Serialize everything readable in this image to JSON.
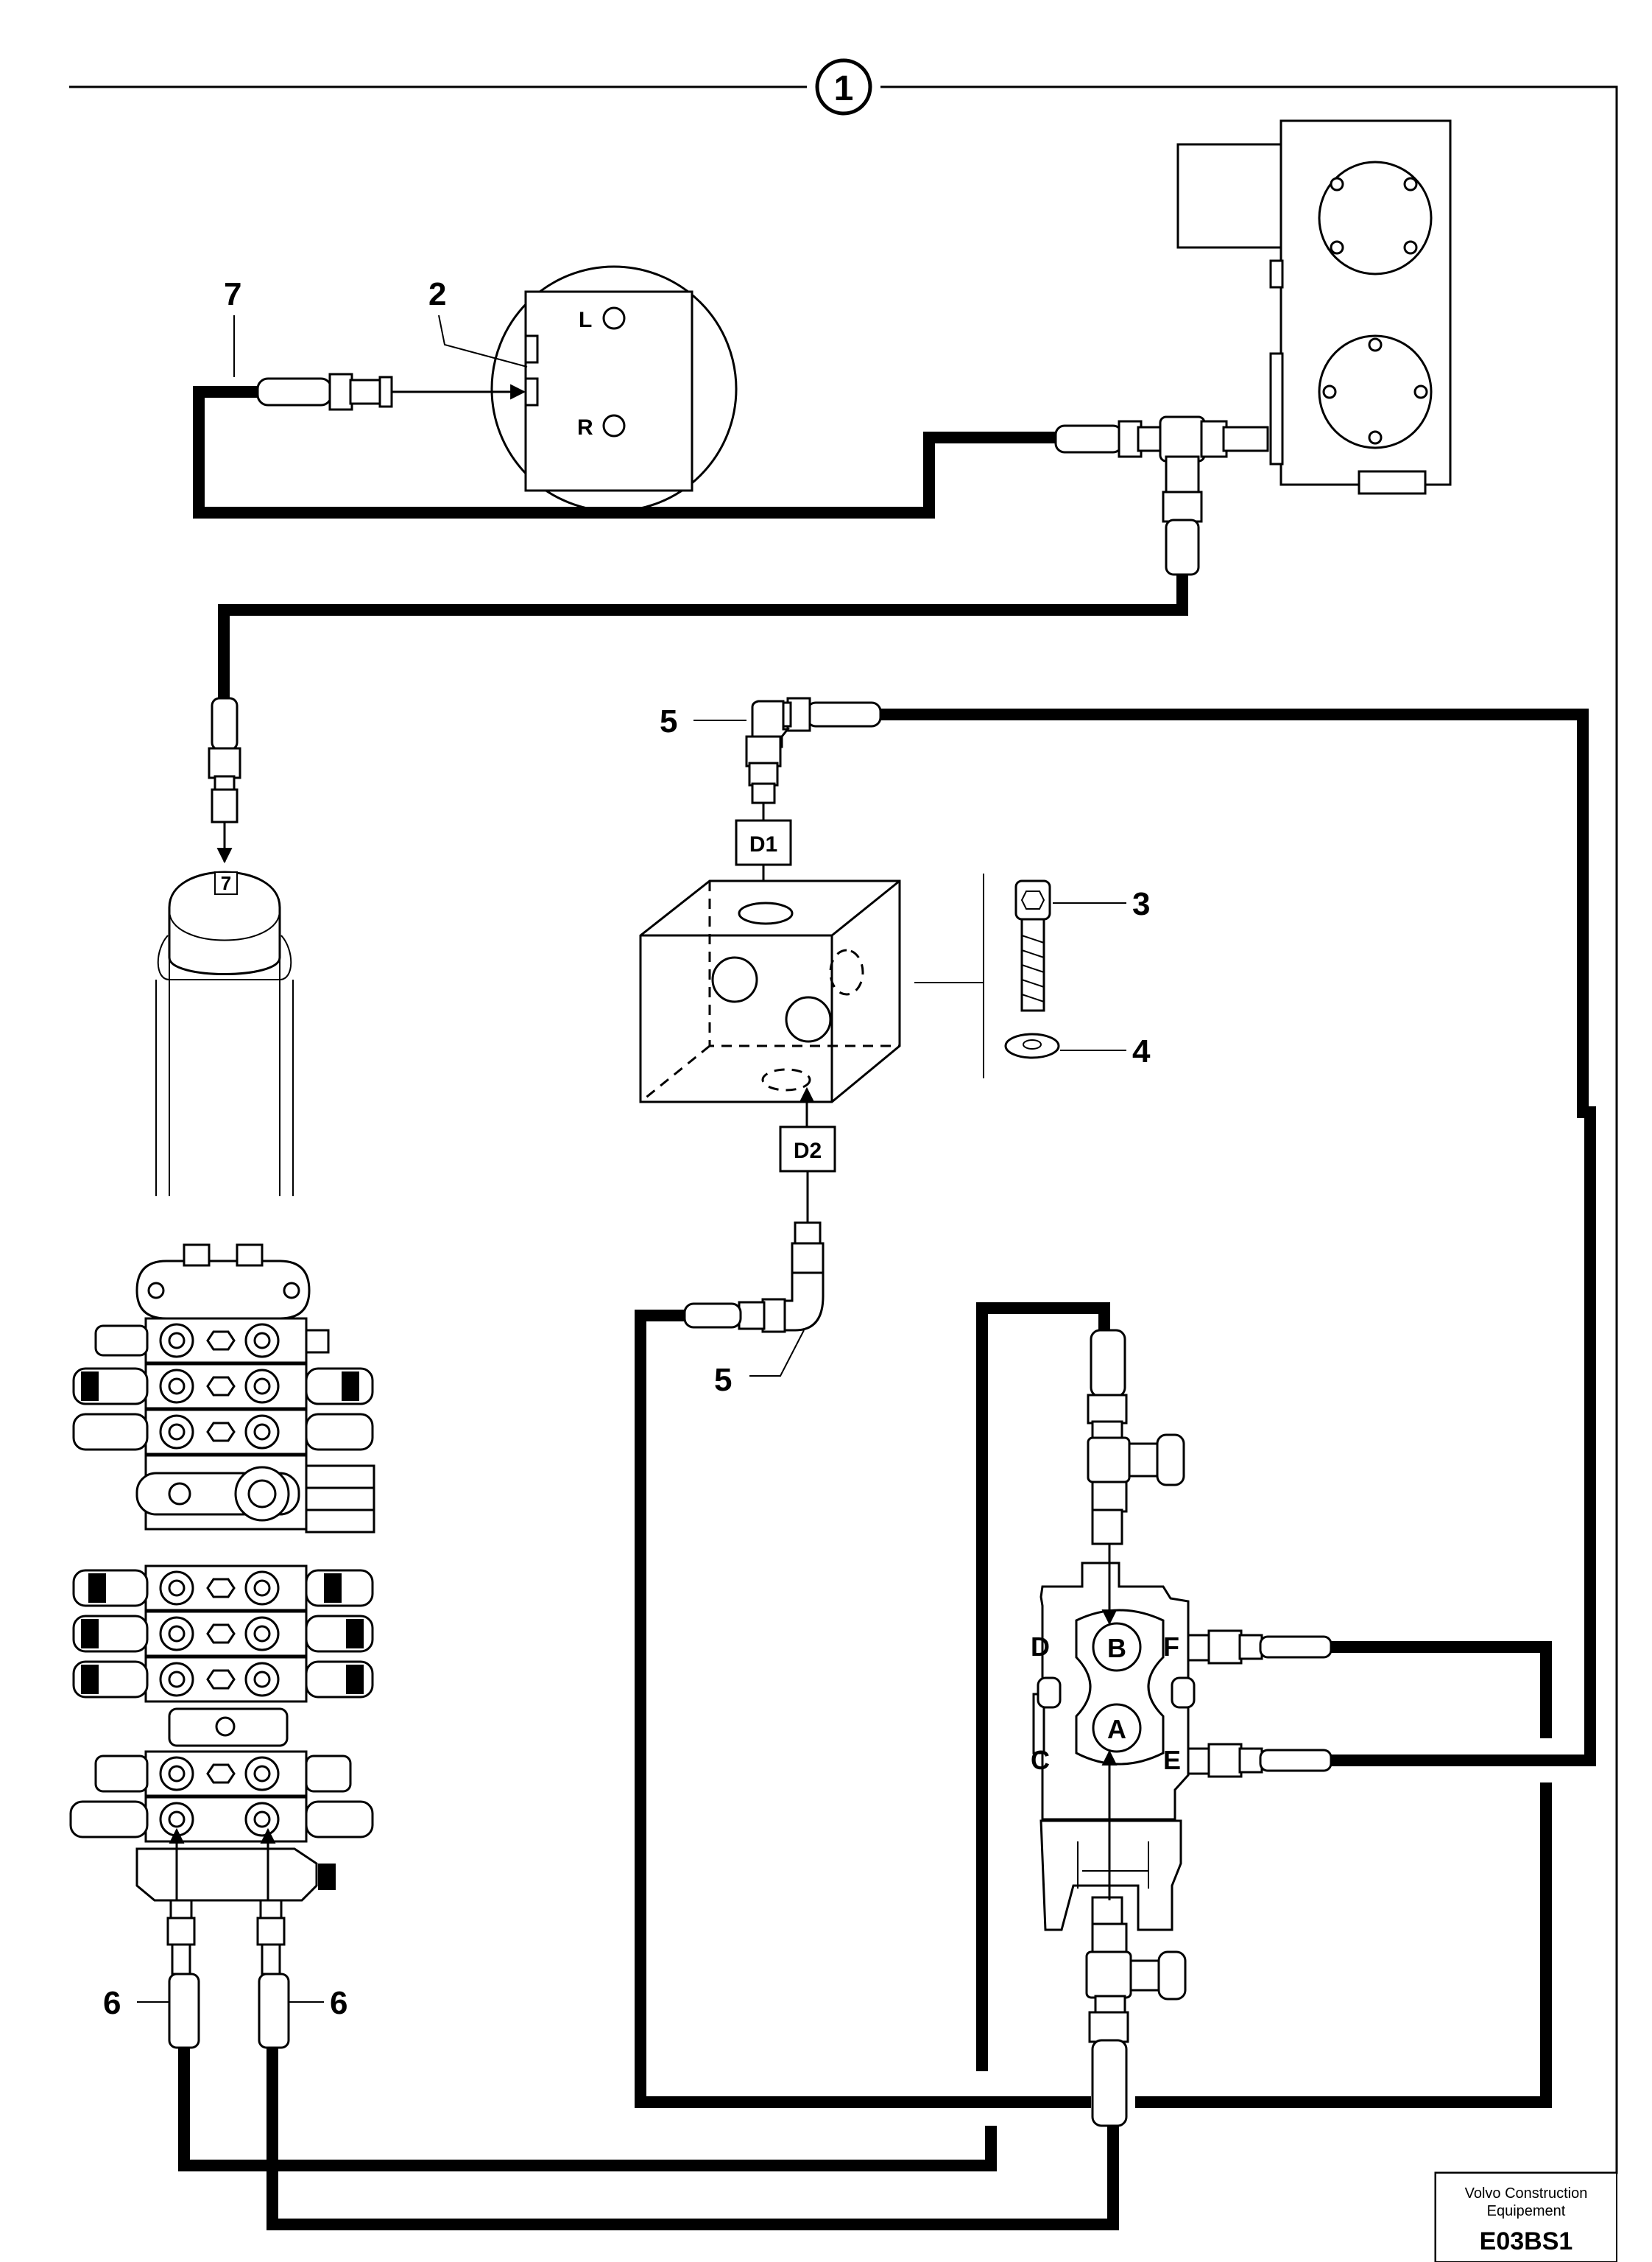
{
  "callouts": {
    "one": "1",
    "two": "2",
    "three": "3",
    "four": "4",
    "five_top": "5",
    "five_bottom": "5",
    "six_left": "6",
    "six_right": "6",
    "seven": "7",
    "seven_cylinder": "7"
  },
  "ports": {
    "d1": "D1",
    "d2": "D2",
    "pedal_l": "L",
    "pedal_r": "R",
    "valve_a": "A",
    "valve_b": "B",
    "valve_c": "C",
    "valve_d": "D",
    "valve_e": "E",
    "valve_f": "F"
  },
  "credit": {
    "company_line1": "Volvo Construction",
    "company_line2": "Equipement",
    "code": "E03BS1"
  }
}
